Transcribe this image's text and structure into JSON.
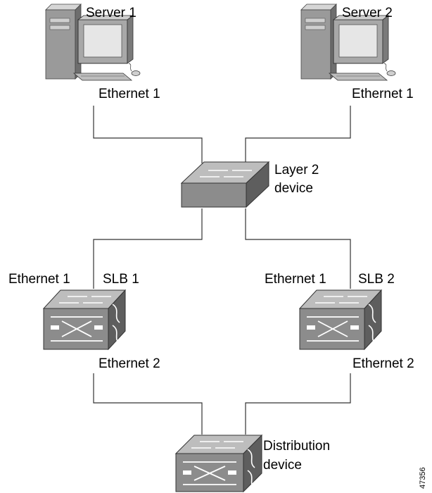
{
  "servers": [
    {
      "name": "Server 1",
      "port": "Ethernet 1"
    },
    {
      "name": "Server 2",
      "port": "Ethernet 1"
    }
  ],
  "layer2": {
    "line1": "Layer 2",
    "line2": "device"
  },
  "slbs": [
    {
      "name": "SLB 1",
      "port_in": "Ethernet 1",
      "port_out": "Ethernet 2"
    },
    {
      "name": "SLB 2",
      "port_in": "Ethernet 1",
      "port_out": "Ethernet 2"
    }
  ],
  "distribution": {
    "line1": "Distribution",
    "line2": "device"
  },
  "figure_id": "47356",
  "colors": {
    "device_gray": "#8c8c8c",
    "device_light": "#bdbdbd",
    "device_dark": "#5e5e5e",
    "link": "#333333"
  }
}
